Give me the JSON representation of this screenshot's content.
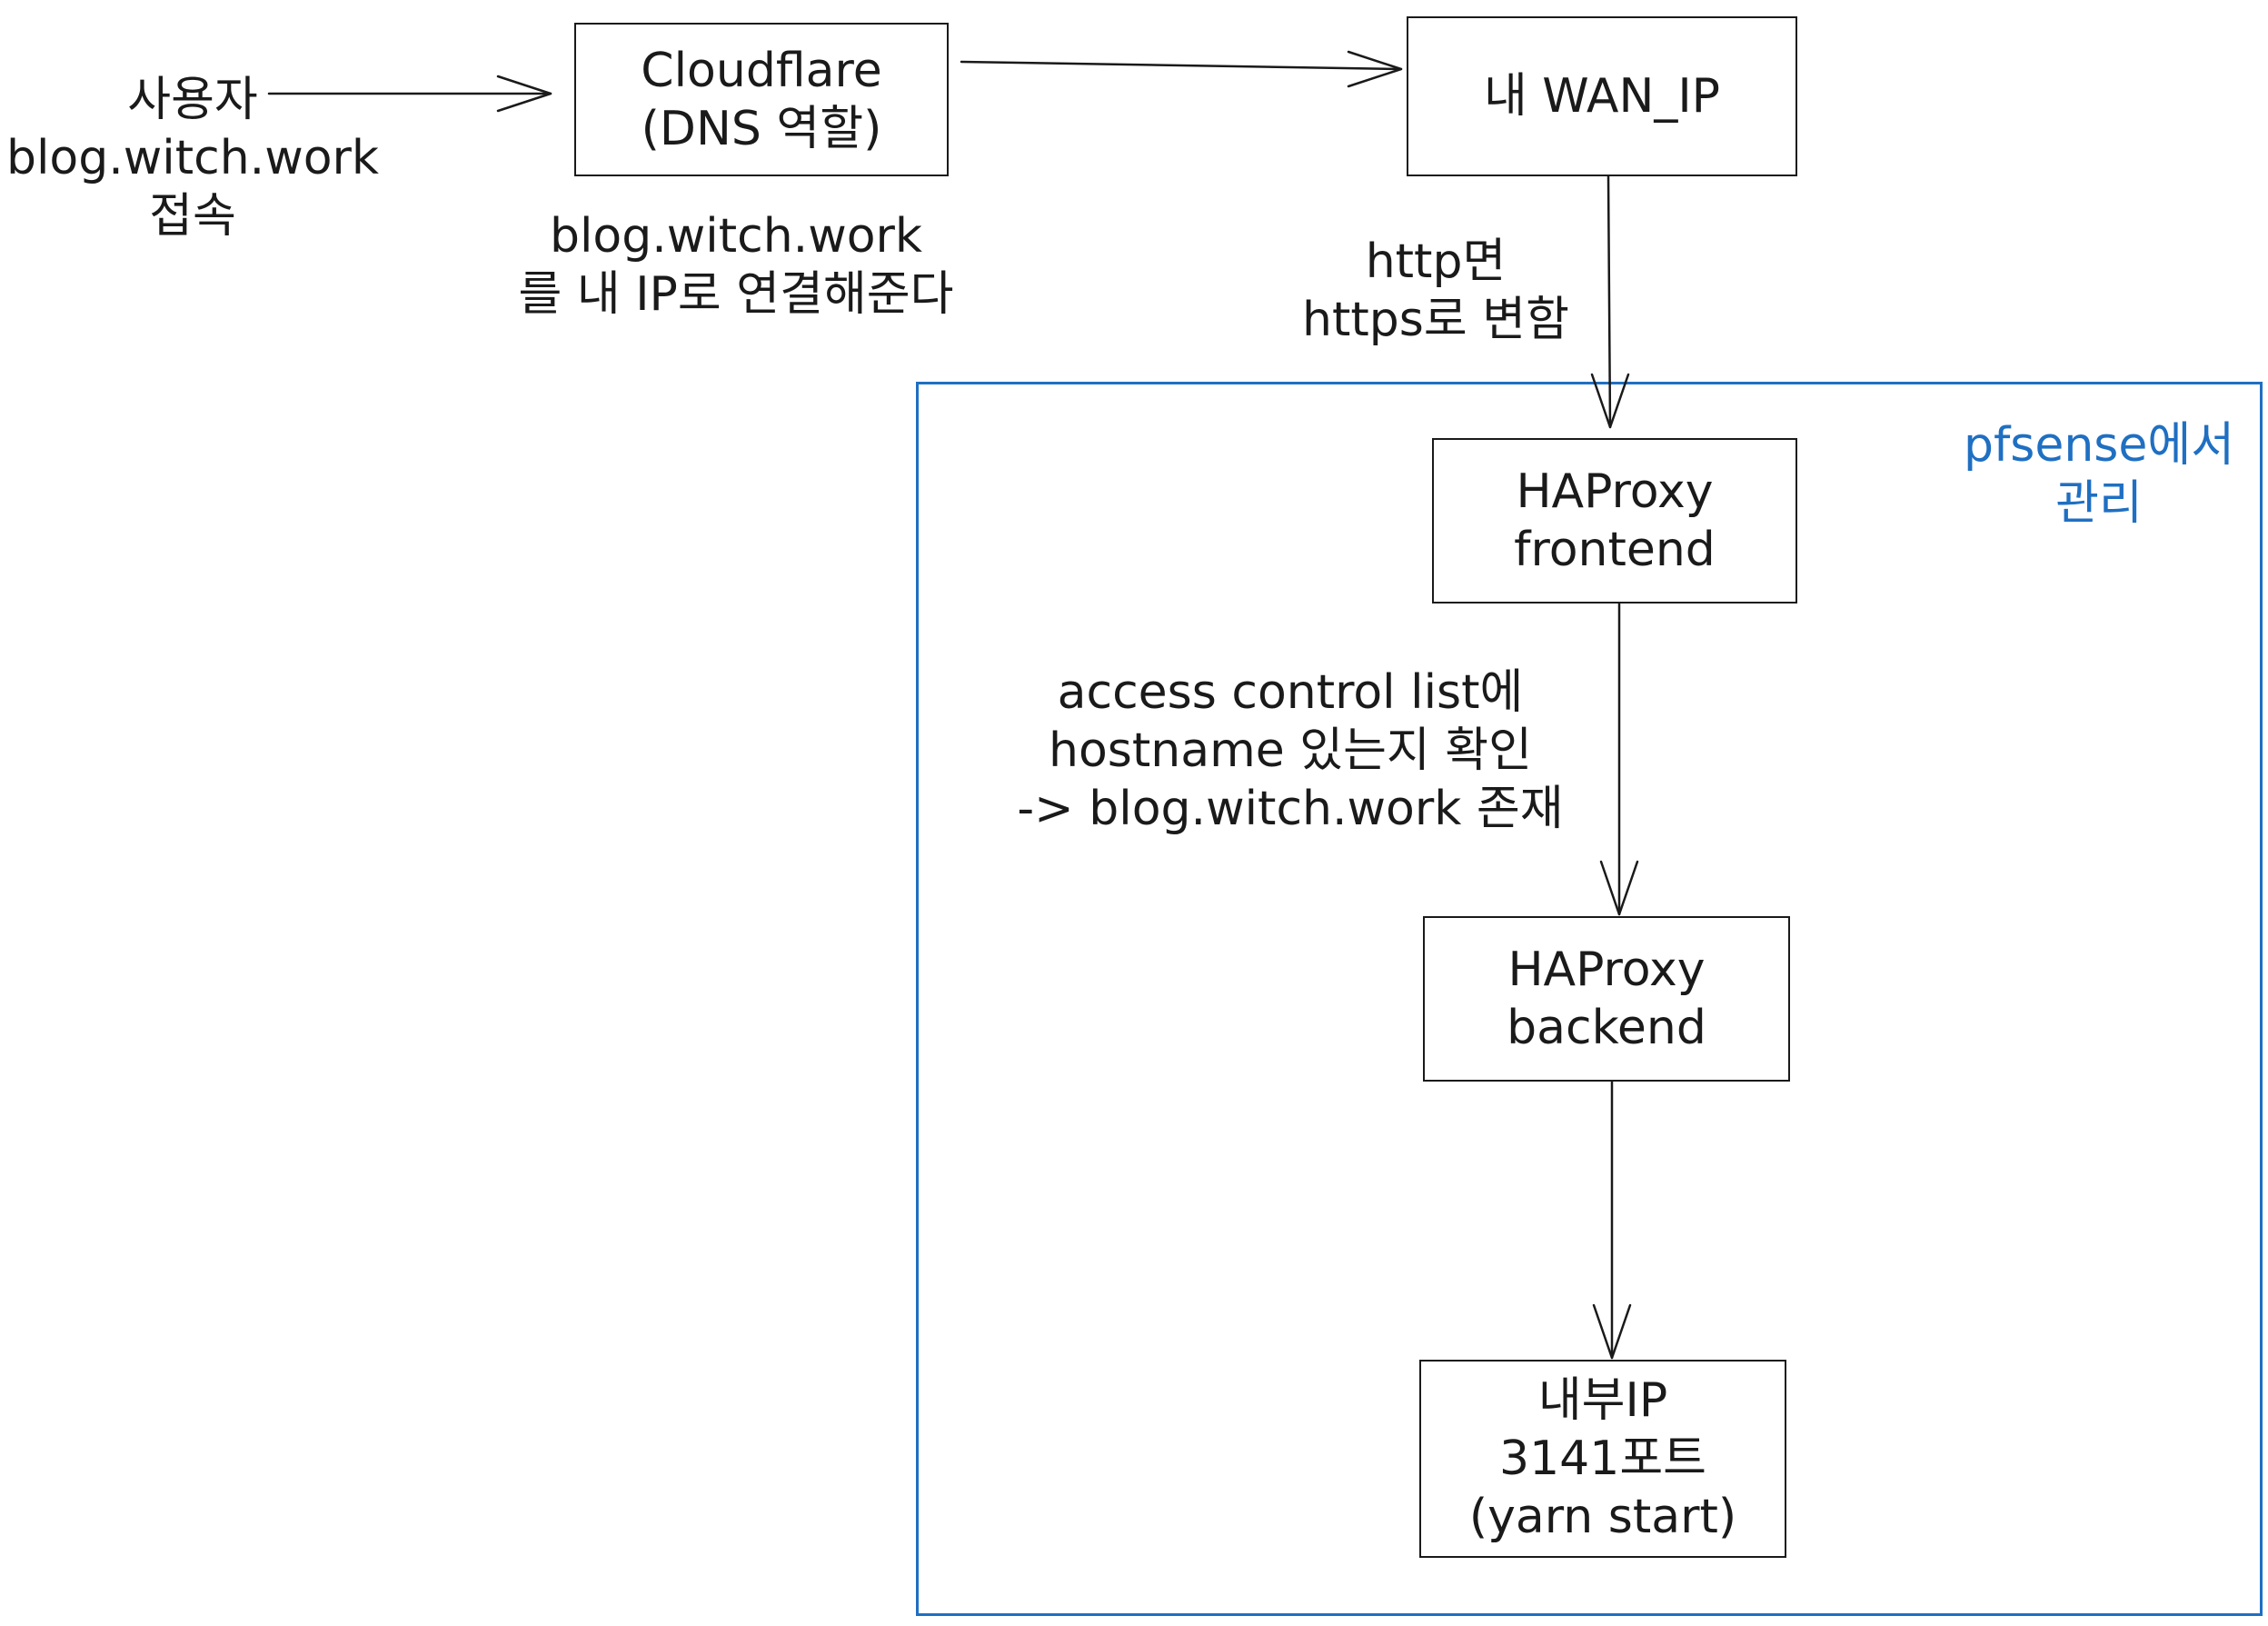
{
  "colors": {
    "stroke": "#1a1a1a",
    "group_border": "#1f6fc2",
    "group_text": "#1f6fc2",
    "background": "#ffffff"
  },
  "user": {
    "lines": [
      "사용자",
      "blog.witch.work",
      "접속"
    ]
  },
  "nodes": {
    "cloudflare": {
      "lines": [
        "Cloudflare",
        "(DNS 역할)"
      ]
    },
    "wan_ip": {
      "lines": [
        "내 WAN_IP"
      ]
    },
    "haproxy_frontend": {
      "lines": [
        "HAProxy",
        "frontend"
      ]
    },
    "haproxy_backend": {
      "lines": [
        "HAProxy",
        "backend"
      ]
    },
    "internal_ip": {
      "lines": [
        "내부IP",
        "3141포트",
        "(yarn start)"
      ]
    }
  },
  "edge_labels": {
    "cloudflare_note": {
      "lines": [
        "blog.witch.work",
        "를 내 IP로 연결해준다"
      ]
    },
    "redirect_note": {
      "lines": [
        "http면",
        "https로 변함"
      ]
    },
    "acl_note": {
      "lines": [
        "access control list에",
        "hostname 있는지 확인",
        "-> blog.witch.work 존재"
      ]
    }
  },
  "group": {
    "lines": [
      "pfsense에서",
      "관리"
    ]
  }
}
